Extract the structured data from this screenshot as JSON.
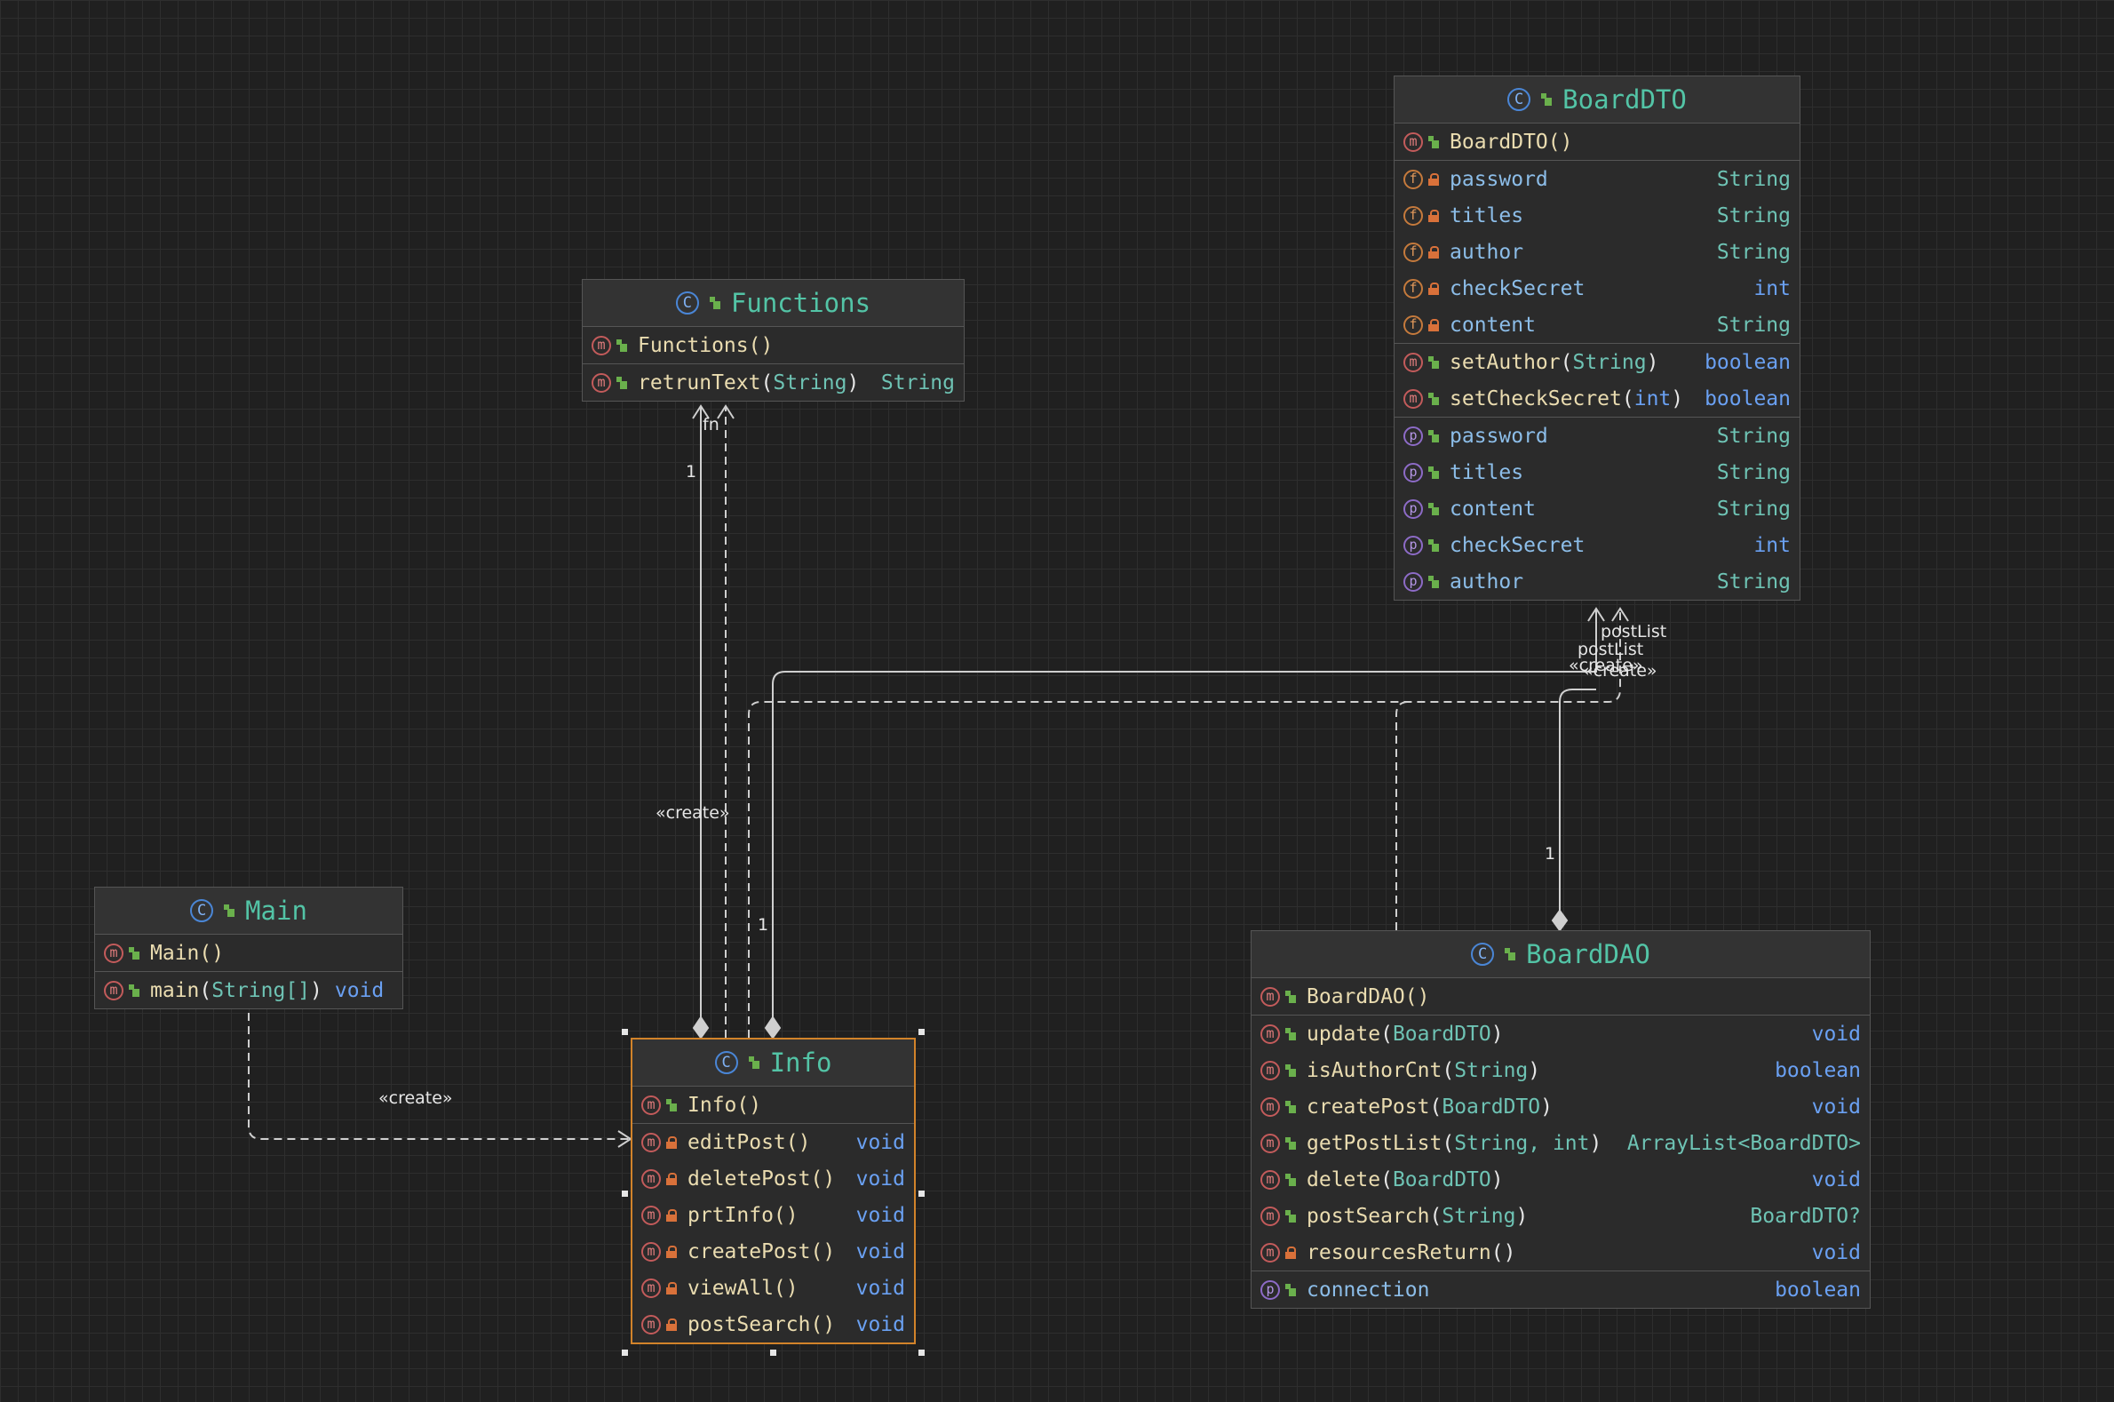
{
  "classes": {
    "boarddto": {
      "name": "BoardDTO",
      "constructor": "BoardDTO()",
      "fields": [
        {
          "name": "password",
          "type": "String"
        },
        {
          "name": "titles",
          "type": "String"
        },
        {
          "name": "author",
          "type": "String"
        },
        {
          "name": "checkSecret",
          "type": "int"
        },
        {
          "name": "content",
          "type": "String"
        }
      ],
      "methods": [
        {
          "name": "setAuthor",
          "param": "String",
          "returns": "boolean"
        },
        {
          "name": "setCheckSecret",
          "param": "int",
          "returns": "boolean"
        }
      ],
      "properties": [
        {
          "name": "password",
          "type": "String"
        },
        {
          "name": "titles",
          "type": "String"
        },
        {
          "name": "content",
          "type": "String"
        },
        {
          "name": "checkSecret",
          "type": "int"
        },
        {
          "name": "author",
          "type": "String"
        }
      ]
    },
    "functions": {
      "name": "Functions",
      "constructor": "Functions()",
      "method_name": "retrunText",
      "method_param": "String",
      "method_returns": "String"
    },
    "main": {
      "name": "Main",
      "constructor": "Main()",
      "method_name": "main",
      "method_param": "String[]",
      "method_returns": "void"
    },
    "info": {
      "name": "Info",
      "constructor": "Info()",
      "methods": [
        {
          "name": "editPost()",
          "returns": "void"
        },
        {
          "name": "deletePost()",
          "returns": "void"
        },
        {
          "name": "prtInfo()",
          "returns": "void"
        },
        {
          "name": "createPost()",
          "returns": "void"
        },
        {
          "name": "viewAll()",
          "returns": "void"
        },
        {
          "name": "postSearch()",
          "returns": "void"
        }
      ]
    },
    "boarddao": {
      "name": "BoardDAO",
      "constructor": "BoardDAO()",
      "methods": [
        {
          "name": "update",
          "params": "BoardDTO",
          "returns": "void"
        },
        {
          "name": "isAuthorCnt",
          "params": "String",
          "returns": "boolean"
        },
        {
          "name": "createPost",
          "params": "BoardDTO",
          "returns": "void"
        },
        {
          "name": "getPostList",
          "params": "String, int",
          "returns": "ArrayList<BoardDTO>"
        },
        {
          "name": "delete",
          "params": "BoardDTO",
          "returns": "void"
        },
        {
          "name": "postSearch",
          "params": "String",
          "returns": "BoardDTO?"
        },
        {
          "name": "resourcesReturn",
          "params": "",
          "returns": "void"
        }
      ],
      "property": {
        "name": "connection",
        "type": "boolean"
      }
    }
  },
  "edge_labels": {
    "fn": "fn",
    "one_a": "1",
    "create_functions": "«create»",
    "one_b": "1",
    "postlist_a": "postList",
    "postlist_b": "postList",
    "create_dto_a": "«create»",
    "create_dto_b": "«create»",
    "one_c": "1",
    "create_main": "«create»"
  },
  "icons": {
    "class": "C",
    "method": "m",
    "field": "f",
    "property": "p"
  },
  "colors": {
    "background": "#202020",
    "header_text": "#53c4a6",
    "selected_border": "#d2832a",
    "method_icon": "#c35b5b",
    "field_icon": "#c57a3c",
    "property_icon": "#8d6bc7",
    "keyword": "#6aa0f2",
    "type": "#6ec3b4"
  }
}
